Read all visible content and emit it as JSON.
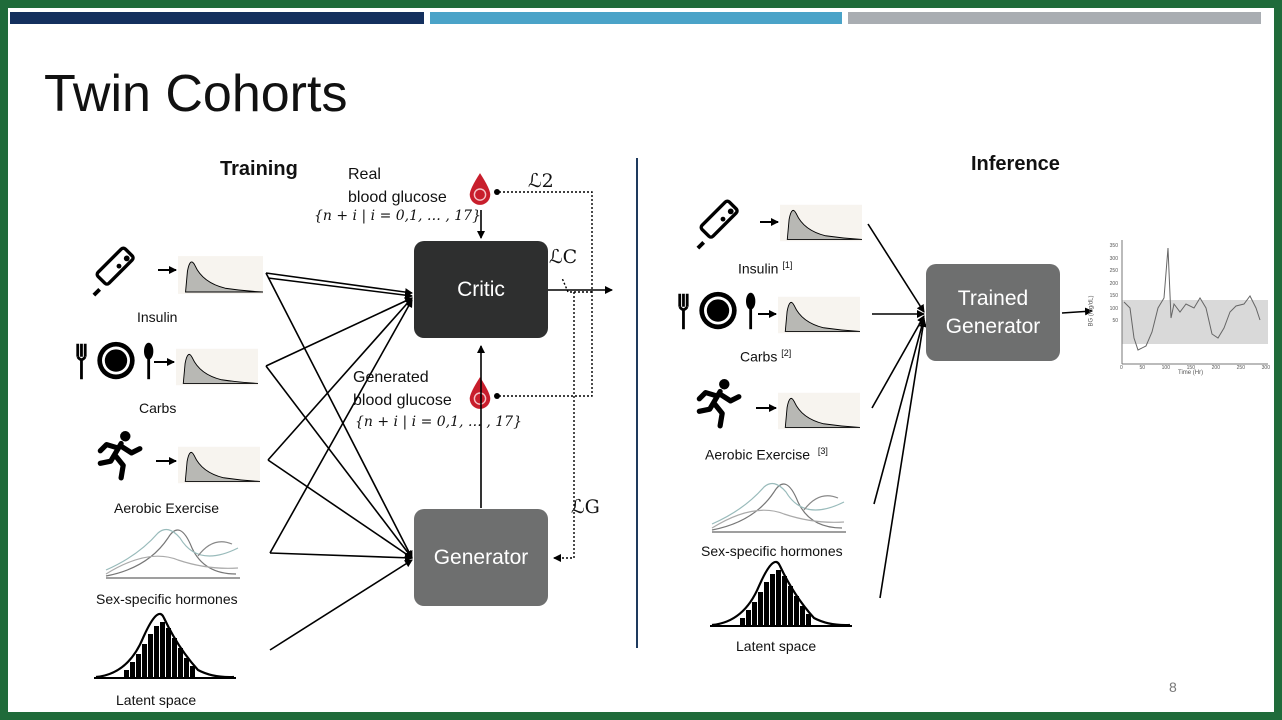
{
  "title": "Twin Cohorts",
  "page_number": "8",
  "training": {
    "heading": "Training",
    "inputs": {
      "insulin": "Insulin",
      "carbs": "Carbs",
      "exercise": "Aerobic Exercise",
      "hormones": "Sex-specific hormones",
      "latent": "Latent space"
    },
    "real_line1": "Real",
    "real_line2": "blood glucose",
    "real_set": "{n + i | i = 0,1, … , 17}",
    "gen_line1": "Generated",
    "gen_line2": "blood glucose",
    "gen_set": "{n + i | i = 0,1, … , 17}",
    "critic": "Critic",
    "generator": "Generator",
    "loss_2": "ℒ2",
    "loss_c": "ℒC",
    "loss_g": "ℒG"
  },
  "inference": {
    "heading": "Inference",
    "insulin": "Insulin",
    "insulin_ref": "[1]",
    "carbs": "Carbs",
    "carbs_ref": "[2]",
    "exercise": "Aerobic Exercise",
    "exercise_ref": "[3]",
    "hormones": "Sex-specific hormones",
    "latent": "Latent space",
    "trained_line1": "Trained",
    "trained_line2": "Generator",
    "plot": {
      "ylabel": "BG (mg/dL)",
      "xlabel": "Time (Hr)",
      "yticks": [
        "350",
        "300",
        "250",
        "200",
        "150",
        "100",
        "50"
      ],
      "xticks": [
        "0",
        "50",
        "100",
        "150",
        "200",
        "250",
        "300"
      ]
    }
  },
  "colors": {
    "critic": "#2e2f2f",
    "generator": "#6e6f6f",
    "curve_fill": "#b8b8b4",
    "drop": "#c81e2c"
  }
}
